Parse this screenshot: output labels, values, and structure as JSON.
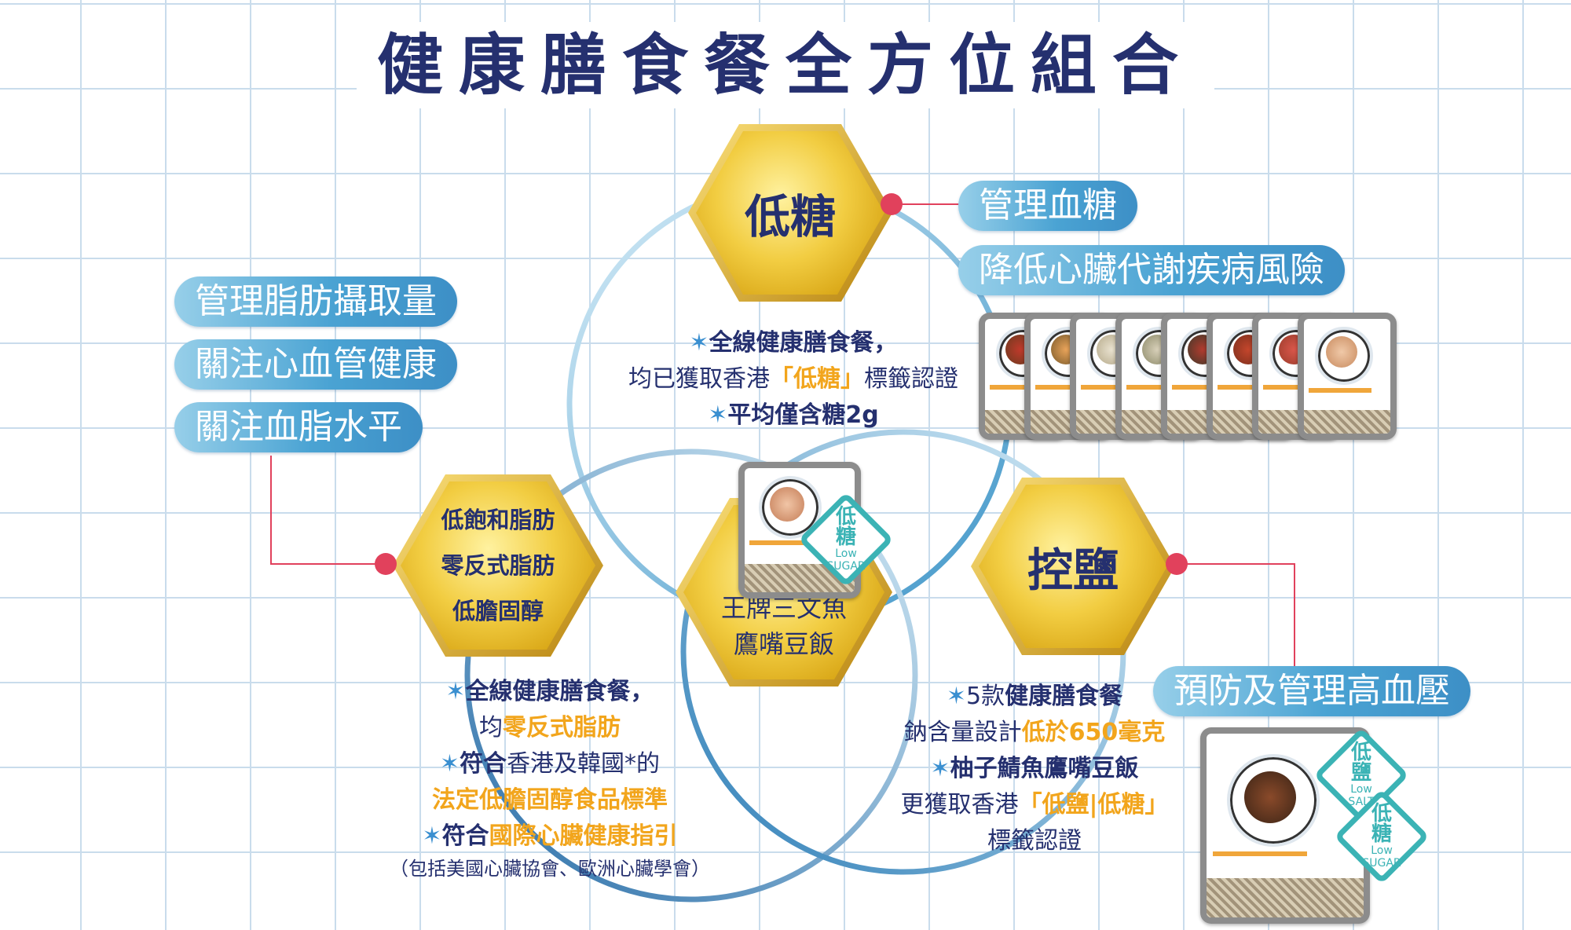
{
  "title": "健康膳食餐全方位組合",
  "hexagons": {
    "low_sugar": {
      "label": "低糖"
    },
    "control_salt": {
      "label": "控鹽"
    },
    "fat": {
      "line1": "低飽和脂肪",
      "line2": "零反式脂肪",
      "line3": "低膽固醇"
    },
    "center": {
      "line1": "王牌三文魚",
      "line2": "鷹嘴豆飯"
    }
  },
  "pills": {
    "sugar": [
      "管理血糖",
      "降低心臟代謝疾病風險"
    ],
    "fat": [
      "管理脂肪攝取量",
      "關注心血管健康",
      "關注血脂水平"
    ],
    "salt": [
      "預防及管理高血壓"
    ]
  },
  "sugar_text": {
    "l1": "全線健康膳食餐，",
    "l2a": "均已獲取香港",
    "l2b": "「低糖」",
    "l2c": "標籤認證",
    "l3": "平均僅含糖2g"
  },
  "fat_text": {
    "l1": "全線健康膳食餐，",
    "l2a": "均",
    "l2b": "零反式脂肪",
    "l3a": "符合",
    "l3b": "香港及韓國*的",
    "l4": "法定低膽固醇食品標準",
    "l5a": "符合",
    "l5b": "國際心臟健康指引",
    "l6": "（包括美國心臟協會、歐洲心臟學會）"
  },
  "salt_text": {
    "l1a": "5款",
    "l1b": "健康膳食餐",
    "l2a": "鈉含量設計",
    "l2b": "低於650毫克",
    "l3": "柚子鯖魚鷹嘴豆飯",
    "l4a": "更獲取香港",
    "l4b": "「低鹽|低糖」",
    "l5": "標籤認證"
  },
  "star_glyph": "✶",
  "badges": {
    "low_sugar": {
      "cn": "低糖",
      "en": "Low SUGAR"
    },
    "low_salt": {
      "cn": "低鹽",
      "en": "Low SALT"
    }
  },
  "colors": {
    "navy": "#25306f",
    "accent": "#f2a51c",
    "pill_blue": "#4aa3d3",
    "dot_red": "#e1415c",
    "badge_teal": "#3bb3b5"
  }
}
